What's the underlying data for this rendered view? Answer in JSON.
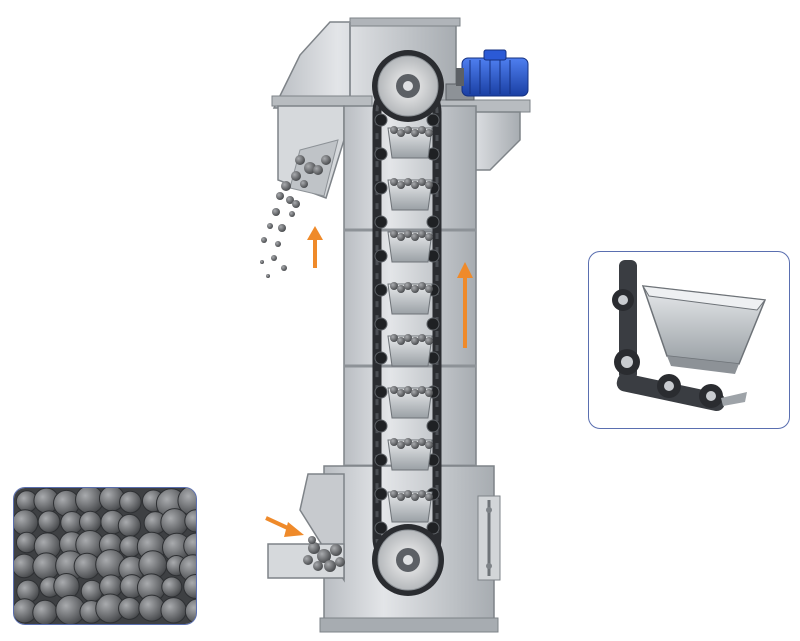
{
  "colors": {
    "casing": "#c9ccd0",
    "casing_dark": "#9ea3a8",
    "casing_light": "#e4e6e8",
    "chain": "#2a2c30",
    "bucket": "#b7bbbf",
    "motor": "#1f4fc4",
    "flow_arrow": "#ef8a2a",
    "material": "#6b6d70",
    "inset_border": "#5a6fb0"
  },
  "icons": {
    "flow_arrows": "arrow-icon",
    "motor": "electric-motor-icon",
    "sprocket": "sprocket-icon"
  },
  "parts": {
    "head_section": "head-casing",
    "boot_section": "boot-casing",
    "discharge": "discharge-chute",
    "inlet": "inlet-hopper",
    "bucket_count": 8
  }
}
